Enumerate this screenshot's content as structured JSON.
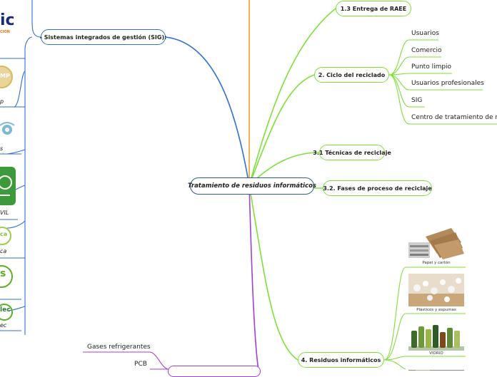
{
  "central": {
    "label": "Tratamiento de residuos informáticos"
  },
  "topics": [
    {
      "label": "- Sistemas integrados de gestión (SIG):"
    },
    {
      "label": "1.3 Entrega de RAEE"
    },
    {
      "label": "2. Ciclo del reciclado"
    },
    {
      "label": "3.1 Técnicas de reciclaje"
    },
    {
      "label": "3.2. Fases de proceso de reciclaje"
    },
    {
      "label": "4. Residuos informáticos"
    }
  ],
  "cycle_items": [
    "Usuarios",
    "Comercio",
    "Punto limpio",
    "Usuarios profesionales",
    "SIG",
    "Centro de tratamiento de res"
  ],
  "waste_images": [
    {
      "caption": "Papel y cartón"
    },
    {
      "caption": "Plásticos y espumas"
    },
    {
      "caption": "VIDRIO"
    }
  ],
  "hazard_items": [
    "Gases refrigerantes",
    "PCB"
  ],
  "sig_logos": [
    {
      "text": "ic",
      "sub": "CIÓN"
    },
    {
      "text": "MP",
      "caption": "p"
    },
    {
      "caption": "s"
    },
    {
      "caption": "VIL"
    },
    {
      "text": "ca",
      "caption": "ca"
    },
    {
      "text": "s"
    },
    {
      "text": "lec",
      "caption": "ec"
    }
  ],
  "colors": {
    "blue": "#2f6fd6",
    "green": "#7ee03a",
    "orange": "#f59b2b",
    "purple": "#a23fd6",
    "central_border": "#2f5b9a"
  }
}
